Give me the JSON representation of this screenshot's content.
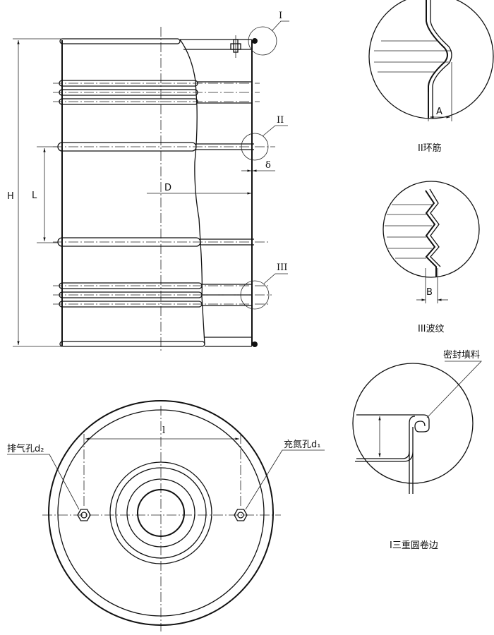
{
  "side_view": {
    "detail_I": "I",
    "detail_II": "II",
    "detail_III": "III",
    "dim_H": "H",
    "dim_L": "L",
    "dim_D": "D",
    "dim_delta": "δ"
  },
  "detail_II": {
    "dim": "A",
    "caption": "II环筋"
  },
  "detail_III": {
    "dim": "B",
    "caption": "III波纹"
  },
  "detail_I": {
    "leader_label": "密封填料",
    "caption": "I三重圆卷边"
  },
  "top_view": {
    "dim_l": "l",
    "vent_hole": "排气孔d₂",
    "nitrogen_hole": "充氮孔d₁"
  }
}
